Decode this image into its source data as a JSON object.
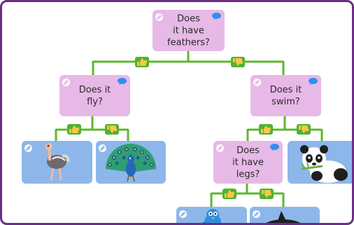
{
  "tree": {
    "root_question": "Does\nit have feathers?",
    "q_fly": "Does it fly?",
    "q_swim": "Does it swim?",
    "q_legs": "Does\nit have legs?"
  },
  "colors": {
    "frame": "#6b2c86",
    "question_bg": "#e7b9e7",
    "answer_bg": "#8db7ea",
    "connector": "#5cb82e",
    "thumb": "#f5c84a",
    "chat": "#2f8ff0"
  },
  "icons": {
    "yes": "thumbs-up-icon",
    "no": "thumbs-down-icon",
    "edit": "pencil-icon",
    "comment": "speech-bubble-icon"
  },
  "answers": [
    "ostrich",
    "peacock",
    "panda",
    "bird",
    "orca"
  ]
}
